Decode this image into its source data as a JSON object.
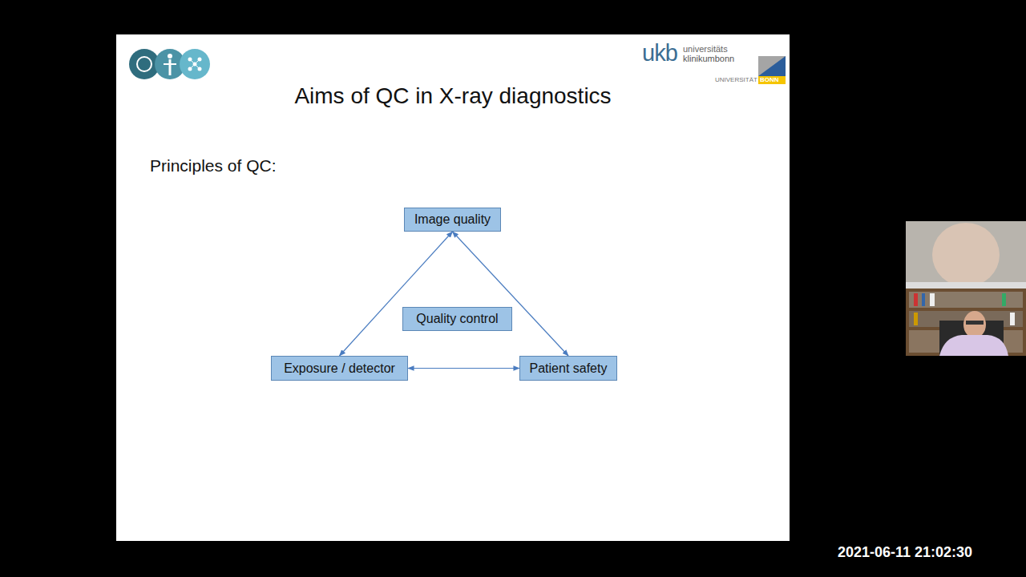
{
  "diagram": {
    "title": "Aims of QC in X-ray diagnostics",
    "nodes": [
      {
        "text": [
          "Image quality"
        ]
      },
      {
        "text": [
          "Quality control"
        ]
      },
      {
        "text": [
          "Exposure / detector"
        ]
      },
      {
        "text": [
          "Patient safety"
        ]
      }
    ],
    "edges": [
      {
        "from": 0,
        "to": 2,
        "arrow": "both"
      },
      {
        "from": 0,
        "to": 3,
        "arrow": "both"
      },
      {
        "from": 2,
        "to": 3,
        "arrow": "both"
      }
    ],
    "labels": [
      "Principles of QC:",
      "ukb",
      "universitäts",
      "klinikumbonn",
      "UNIVERSITÄT",
      "BONN",
      "2021-06-11 21:02:30"
    ]
  }
}
